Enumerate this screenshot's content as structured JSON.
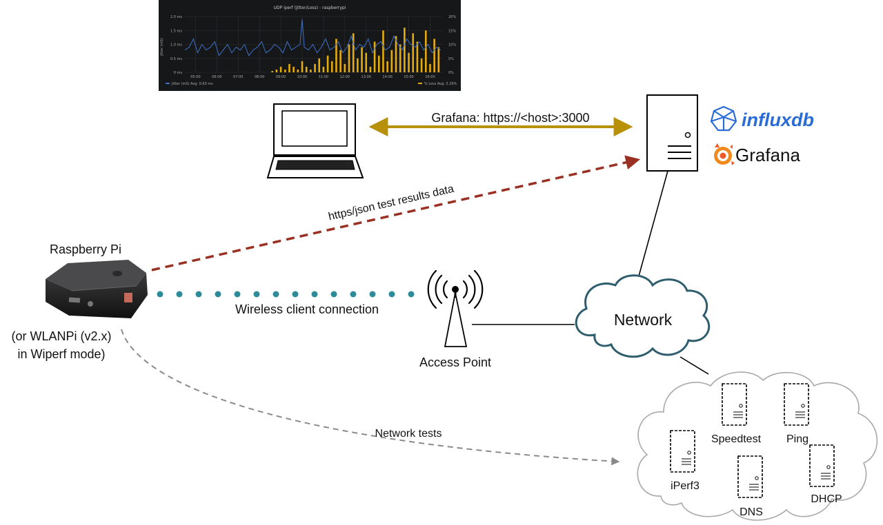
{
  "panel": {
    "title": "UDP iperf (Jitter/Loss) - raspberrypi",
    "y_left_ticks": [
      "2.0 ms",
      "1.5 ms",
      "1.0 ms",
      "0.5 ms",
      "0 ms"
    ],
    "y_right_ticks": [
      "20%",
      "15%",
      "10%",
      "5%",
      "0%"
    ],
    "y_left_label": "Jitter (mS)",
    "x_ticks": [
      "05:00",
      "06:00",
      "07:00",
      "08:00",
      "09:00",
      "10:00",
      "11:00",
      "12:00",
      "13:00",
      "14:00",
      "15:00",
      "16:00"
    ],
    "legend_left": "Jitter (mS)  Avg: 0.63 ms",
    "legend_right": "% Loss  Avg: 3.29%",
    "colors": {
      "background": "#161719",
      "jitter": "#3d71c9",
      "loss": "#e5ac0e",
      "grid": "#2f3033",
      "text": "#aaaaaa"
    }
  },
  "chart_data": {
    "type": "line",
    "title": "UDP iperf (Jitter/Loss) - raspberrypi",
    "xlabel": "",
    "ylabel": "Jitter (mS)",
    "ylim": [
      0,
      2.0
    ],
    "y2lim": [
      0,
      20
    ],
    "x_ticks": [
      "05:00",
      "06:00",
      "07:00",
      "08:00",
      "09:00",
      "10:00",
      "11:00",
      "12:00",
      "13:00",
      "14:00",
      "15:00",
      "16:00"
    ],
    "x_range_hours": [
      4.5,
      16.6
    ],
    "grid": true,
    "series": [
      {
        "name": "Jitter (mS)",
        "type": "line",
        "axis": "left",
        "color": "#3d71c9",
        "x_hours": [
          4.5,
          4.7,
          4.9,
          5.1,
          5.3,
          5.5,
          5.7,
          5.9,
          6.1,
          6.3,
          6.5,
          6.7,
          6.9,
          7.1,
          7.3,
          7.5,
          7.7,
          7.9,
          8.1,
          8.3,
          8.5,
          8.7,
          8.9,
          9.1,
          9.3,
          9.5,
          9.7,
          9.9,
          10.0,
          10.1,
          10.3,
          10.5,
          10.7,
          10.9,
          11.1,
          11.3,
          11.5,
          11.7,
          11.9,
          12.1,
          12.3,
          12.5,
          12.7,
          12.9,
          13.1,
          13.3,
          13.5,
          13.7,
          13.9,
          14.1,
          14.3,
          14.5,
          14.7,
          14.9,
          15.1,
          15.3,
          15.5,
          15.7,
          15.9,
          16.1,
          16.3,
          16.5
        ],
        "values": [
          0.8,
          0.9,
          1.2,
          0.7,
          1.0,
          0.8,
          0.9,
          1.1,
          0.6,
          0.8,
          1.0,
          0.7,
          0.9,
          0.8,
          1.0,
          0.6,
          0.8,
          0.9,
          1.1,
          0.7,
          0.8,
          1.0,
          0.9,
          0.7,
          1.1,
          0.8,
          0.9,
          1.0,
          1.9,
          0.9,
          0.8,
          1.0,
          0.7,
          0.9,
          1.2,
          0.8,
          0.9,
          1.1,
          0.7,
          0.9,
          1.3,
          0.8,
          1.0,
          0.9,
          1.2,
          0.7,
          1.0,
          1.1,
          0.8,
          0.9,
          1.3,
          1.0,
          0.8,
          1.2,
          1.0,
          0.9,
          1.1,
          0.8,
          1.0,
          0.7,
          0.9,
          0.8
        ]
      },
      {
        "name": "% Loss",
        "type": "bar",
        "axis": "right",
        "color": "#e5ac0e",
        "x_hours": [
          8.6,
          8.8,
          9.0,
          9.2,
          9.4,
          9.6,
          9.8,
          10.0,
          10.2,
          10.4,
          10.6,
          10.8,
          11.0,
          11.2,
          11.4,
          11.6,
          11.8,
          12.0,
          12.2,
          12.4,
          12.6,
          12.8,
          13.0,
          13.2,
          13.4,
          13.6,
          13.8,
          14.0,
          14.2,
          14.4,
          14.6,
          14.8,
          15.0,
          15.2,
          15.4,
          15.6,
          15.8,
          16.0,
          16.2,
          16.4
        ],
        "values": [
          0.5,
          1,
          2,
          1,
          3,
          2,
          1,
          4,
          2,
          1,
          3,
          5,
          2,
          6,
          4,
          12,
          8,
          3,
          10,
          14,
          5,
          9,
          7,
          2,
          11,
          6,
          15,
          4,
          8,
          13,
          10,
          16,
          7,
          14,
          11,
          5,
          15,
          3,
          12,
          9
        ]
      }
    ]
  },
  "labels": {
    "grafana_url": "Grafana: https://<host>:3000",
    "influxdb": "influxdb",
    "grafana": "Grafana",
    "results_data": "https/json test results data",
    "raspberry_pi": "Raspberry Pi",
    "wlanpi_line1": "(or WLANPi (v2.x)",
    "wlanpi_line2": "in Wiperf mode)",
    "wireless": "Wireless client connection",
    "access_point": "Access Point",
    "network": "Network",
    "network_tests": "Network tests",
    "speedtest": "Speedtest",
    "ping": "Ping",
    "iperf3": "iPerf3",
    "dns": "DNS",
    "dhcp": "DHCP"
  },
  "colors": {
    "grafana_link": "#b8900a",
    "results_link": "#993022",
    "wireless_dots": "#2e8c9a",
    "tests_link": "#8a8a8a",
    "network_cloud": "#2e5d6e",
    "influx_blue": "#2a6cd6",
    "grafana_orange": "#f05a28"
  }
}
